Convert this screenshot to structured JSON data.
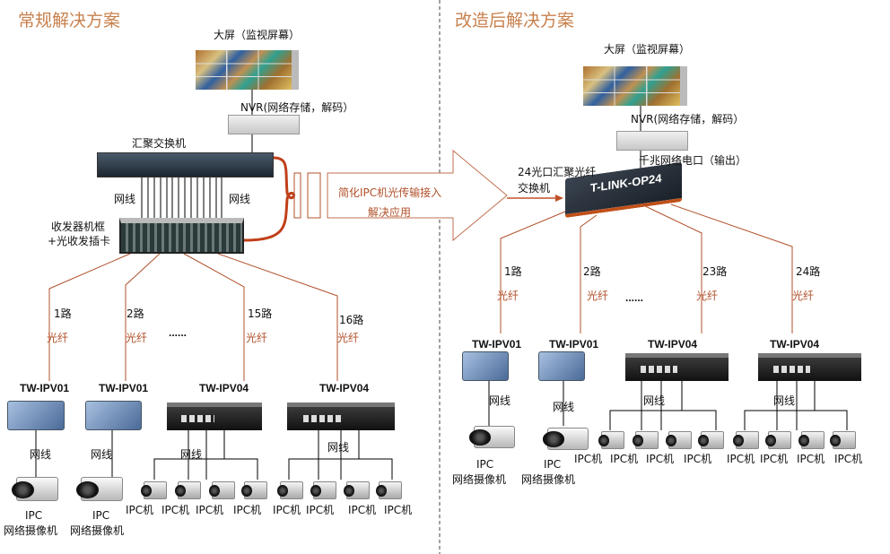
{
  "left": {
    "title": "常规解决方案",
    "screen_label": "大屏（监视屏幕）",
    "nvr_label": "NVR(网络存储，解码）",
    "switch_label": "汇聚交换机",
    "cable_label": "网线",
    "chassis_label": [
      "收发器机框",
      "+光收发插卡"
    ],
    "links": [
      {
        "route": "1路",
        "medium": "光纤"
      },
      {
        "route": "2路",
        "medium": "光纤"
      },
      {
        "route": "15路",
        "medium": "光纤"
      },
      {
        "route": "16路",
        "medium": "光纤"
      }
    ],
    "ellipsis": "......",
    "devices": [
      "TW-IPV01",
      "TW-IPV01",
      "TW-IPV04",
      "TW-IPV04"
    ],
    "ipc": "IPC",
    "ipc_desc": "网络摄像机",
    "ipc_small": "IPC机"
  },
  "arrow": {
    "line1": "简化IPC机光传输接入",
    "line2": "解决应用"
  },
  "right": {
    "title": "改造后解决方案",
    "screen_label": "大屏（监视屏幕）",
    "nvr_label": "NVR(网络存储，解码）",
    "output_label": "千兆网络电口（输出）",
    "switch_label": [
      "24光口汇聚光纤",
      "交换机"
    ],
    "switch_model": "T-LINK-OP24",
    "cable_label": "网线",
    "links": [
      {
        "route": "1路",
        "medium": "光纤"
      },
      {
        "route": "2路",
        "medium": "光纤"
      },
      {
        "route": "23路",
        "medium": "光纤"
      },
      {
        "route": "24路",
        "medium": "光纤"
      }
    ],
    "ellipsis": "......",
    "devices": [
      "TW-IPV01",
      "TW-IPV01",
      "TW-IPV04",
      "TW-IPV04"
    ],
    "ipc": "IPC",
    "ipc_desc": "网络摄像机",
    "ipc_small": "IPC机"
  },
  "colors": {
    "accent": "#c0502a",
    "title": "#c8804c"
  }
}
